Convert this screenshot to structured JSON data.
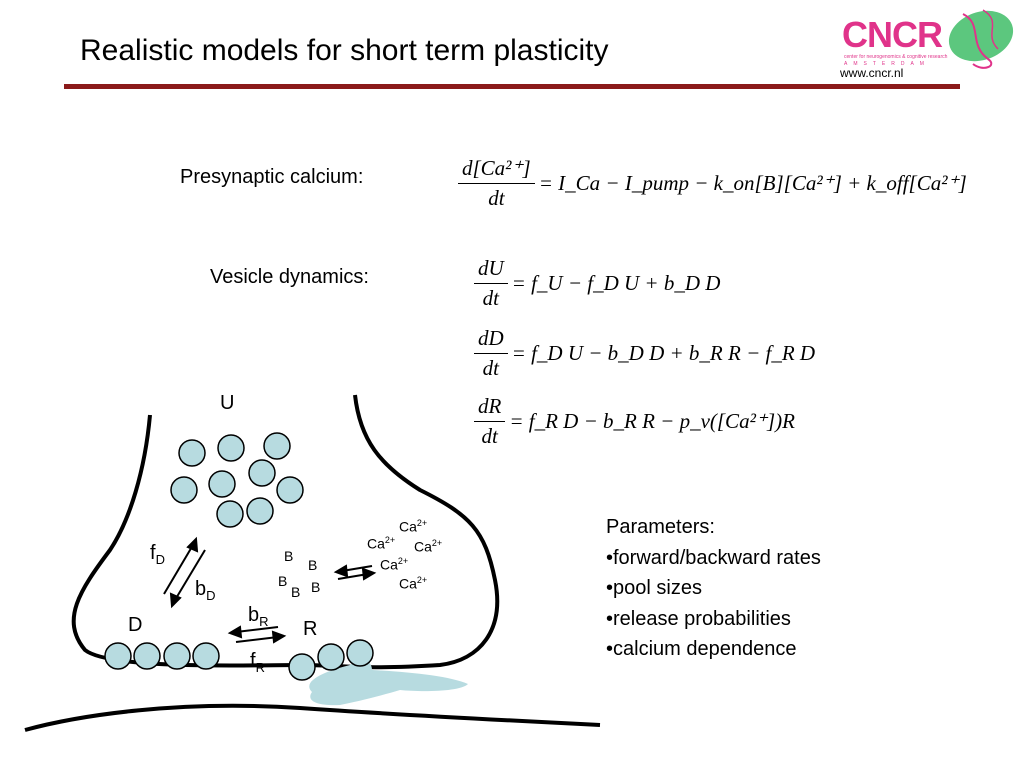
{
  "title": "Realistic models for short term plasticity",
  "logo": {
    "text": "CNCR",
    "subtitle": "center for neurogenomics & cognitive research",
    "city": "AMSTERDAM",
    "url": "www.cncr.nl"
  },
  "colors": {
    "rule": "#8b1a1a",
    "logo": "#e0338a",
    "logo_leaf": "#5cc77e",
    "vesicle_fill": "#b7dbe0",
    "release_plume": "#b7dbe0"
  },
  "labels": {
    "presynaptic": "Presynaptic calcium:",
    "vesicle": "Vesicle dynamics:"
  },
  "equations": {
    "calcium": {
      "num": "d[Ca²⁺]",
      "den": "dt",
      "rhs": "= I_Ca − I_pump − k_on[B][Ca²⁺] + k_off[Ca²⁺]"
    },
    "dU": {
      "num": "dU",
      "den": "dt",
      "rhs": "= f_U − f_D U + b_D D"
    },
    "dD": {
      "num": "dD",
      "den": "dt",
      "rhs": "= f_D U − b_D D + b_R R − f_R D"
    },
    "dR": {
      "num": "dR",
      "den": "dt",
      "rhs": "= f_R D − b_R R − p_v([Ca²⁺])R"
    }
  },
  "diagram": {
    "pool_U": "U",
    "pool_D": "D",
    "pool_R": "R",
    "f": "f",
    "b": "b",
    "sub_D": "D",
    "sub_R": "R",
    "buffer": "B",
    "calcium": "Ca",
    "calcium_charge": "2+"
  },
  "parameters": {
    "heading": "Parameters:",
    "items": [
      "•forward/backward rates",
      "•pool sizes",
      "•release probabilities",
      "•calcium dependence"
    ]
  }
}
